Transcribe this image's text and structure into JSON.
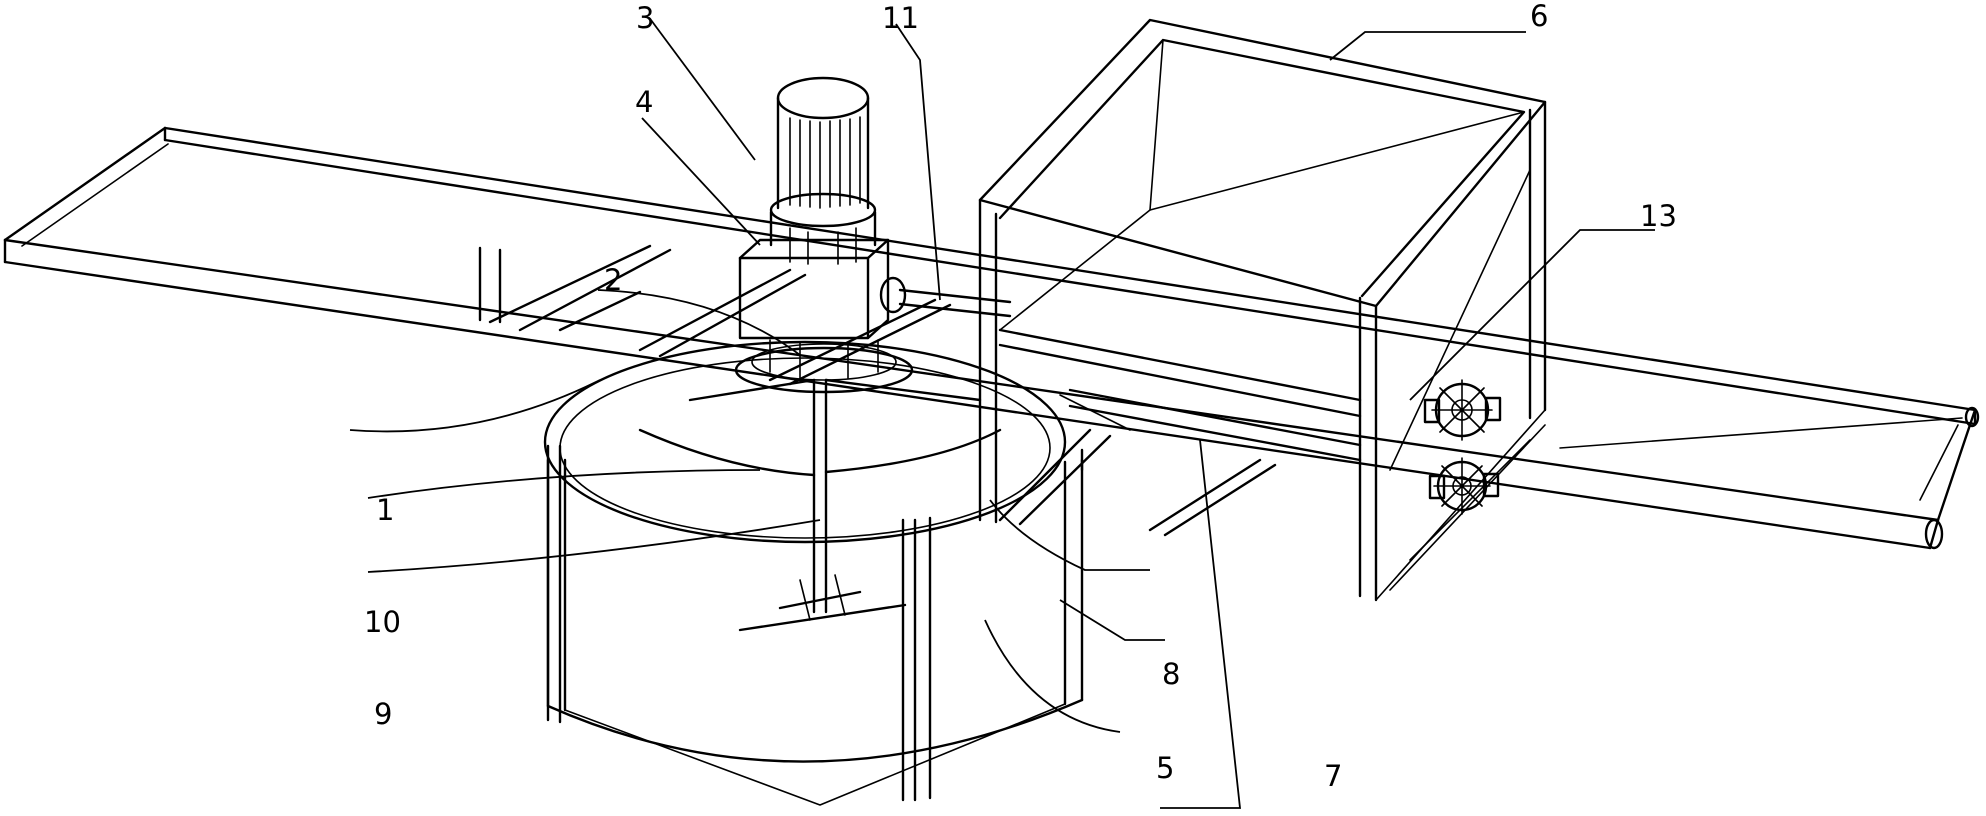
{
  "figure": {
    "labels": [
      {
        "id": "1",
        "text": "1"
      },
      {
        "id": "2",
        "text": "2"
      },
      {
        "id": "3",
        "text": "3"
      },
      {
        "id": "4",
        "text": "4"
      },
      {
        "id": "5",
        "text": "5"
      },
      {
        "id": "6",
        "text": "6"
      },
      {
        "id": "7",
        "text": "7"
      },
      {
        "id": "8",
        "text": "8"
      },
      {
        "id": "9",
        "text": "9"
      },
      {
        "id": "10",
        "text": "10"
      },
      {
        "id": "11",
        "text": "11"
      },
      {
        "id": "13",
        "text": "13"
      }
    ]
  }
}
